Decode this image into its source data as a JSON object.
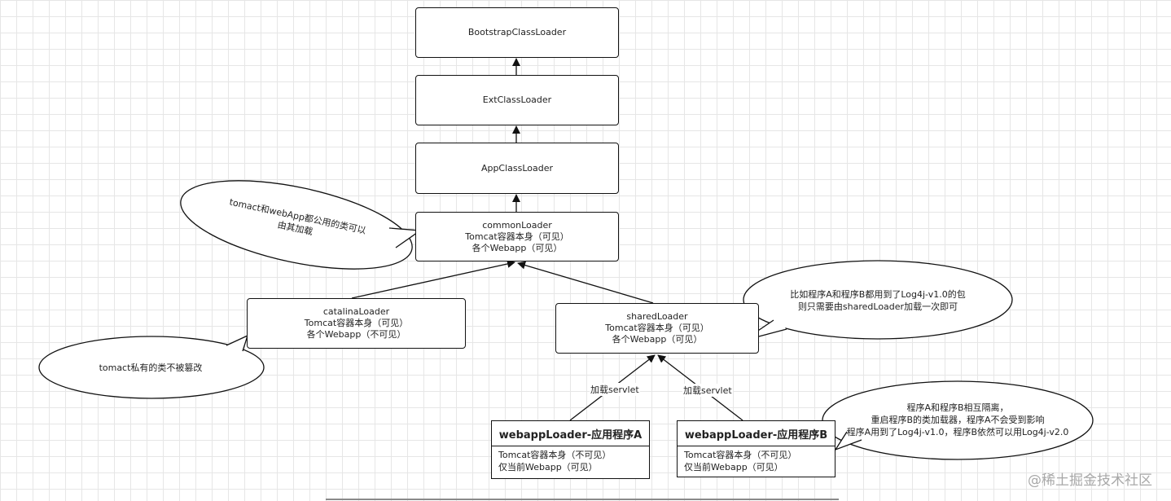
{
  "boxes": {
    "bootstrap": [
      "BootstrapClassLoader"
    ],
    "ext": [
      "ExtClassLoader"
    ],
    "app": [
      "AppClassLoader"
    ],
    "common": [
      "commonLoader",
      "Tomcat容器本身（可见）",
      "各个Webapp（可见）"
    ],
    "catalina": [
      "catalinaLoader",
      "Tomcat容器本身（可见）",
      "各个Webapp（不可见）"
    ],
    "shared": [
      "sharedLoader",
      "Tomcat容器本身（可见）",
      "各个Webapp（可见）"
    ]
  },
  "webapp_a": {
    "title": "webappLoader-应用程序A",
    "lines": [
      "Tomcat容器本身（不可见）",
      "仅当前Webapp（可见）"
    ]
  },
  "webapp_b": {
    "title": "webappLoader-应用程序B",
    "lines": [
      "Tomcat容器本身（不可见）",
      "仅当前Webapp（可见）"
    ]
  },
  "edge_labels": {
    "load_servlet_a": "加载servlet",
    "load_servlet_b": "加载servlet"
  },
  "notes": {
    "common_note": [
      "tomact和webApp都公用的类可以",
      "由其加载"
    ],
    "catalina_note": [
      "tomact私有的类不被篡改"
    ],
    "shared_note": [
      "比如程序A和程序B都用到了Log4j-v1.0的包",
      "则只需要由sharedLoader加载一次即可"
    ],
    "webapp_note": [
      "程序A和程序B相互隔离，",
      "重启程序B的类加载器，程序A不会受到影响",
      "程序A用到了Log4j-v1.0，程序B依然可以用Log4j-v2.0"
    ]
  },
  "watermark": "@稀土掘金技术社区"
}
